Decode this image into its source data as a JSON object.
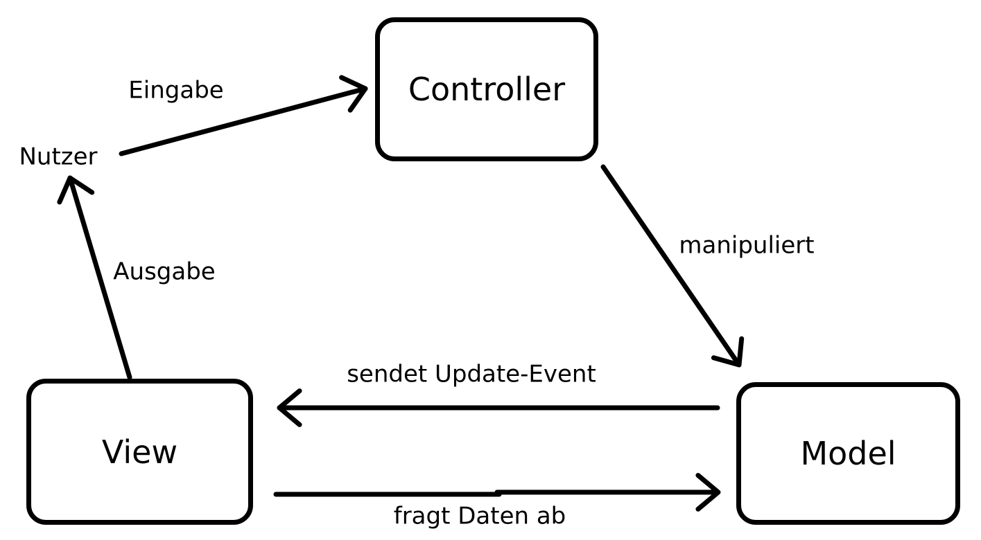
{
  "colors": {
    "ink": "#000000",
    "background": "#ffffff"
  },
  "diagram": {
    "nodes": {
      "controller": {
        "label": "Controller"
      },
      "view": {
        "label": "View"
      },
      "model": {
        "label": "Model"
      }
    },
    "actor": {
      "nutzer": {
        "label": "Nutzer"
      }
    },
    "edges": {
      "eingabe": {
        "label": "Eingabe",
        "from": "Nutzer",
        "to": "Controller"
      },
      "ausgabe": {
        "label": "Ausgabe",
        "from": "View",
        "to": "Nutzer"
      },
      "manipuliert": {
        "label": "manipuliert",
        "from": "Controller",
        "to": "Model"
      },
      "sendet_update_event": {
        "label": "sendet Update-Event",
        "from": "Model",
        "to": "View"
      },
      "fragt_daten_ab": {
        "label": "fragt Daten ab",
        "from": "View",
        "to": "Model"
      }
    }
  }
}
